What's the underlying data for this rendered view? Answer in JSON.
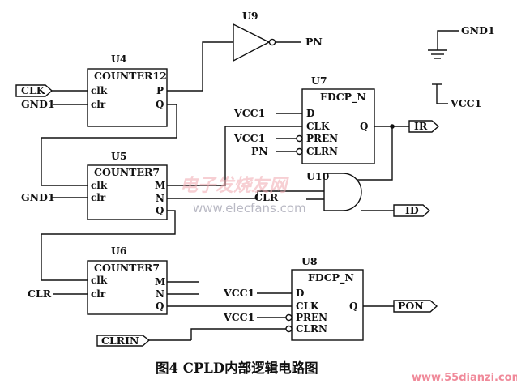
{
  "caption": "图4   CPLD内部逻辑电路图",
  "components": {
    "u4": {
      "ref": "U4",
      "type": "COUNTER12",
      "pins_left": [
        "clk",
        "clr"
      ],
      "pins_right": [
        "P",
        "Q"
      ]
    },
    "u5": {
      "ref": "U5",
      "type": "COUNTER7",
      "pins_left": [
        "clk",
        "clr"
      ],
      "pins_right": [
        "M",
        "N",
        "Q"
      ]
    },
    "u6": {
      "ref": "U6",
      "type": "COUNTER7",
      "pins_left": [
        "clk",
        "clr"
      ],
      "pins_right": [
        "M",
        "N",
        "Q"
      ]
    },
    "u7": {
      "ref": "U7",
      "type": "FDCP_N",
      "pins_left": [
        "D",
        "CLK",
        "PREN",
        "CLRN"
      ],
      "pins_right": [
        "Q"
      ]
    },
    "u8": {
      "ref": "U8",
      "type": "FDCP_N",
      "pins_left": [
        "D",
        "CLK",
        "PREN",
        "CLRN"
      ],
      "pins_right": [
        "Q"
      ]
    },
    "u9": {
      "ref": "U9"
    },
    "u10": {
      "ref": "U10"
    }
  },
  "nets": {
    "clk_in": "CLK",
    "gnd_u4": "GND1",
    "gnd_u5": "GND1",
    "clr_u6": "CLR",
    "pn_out": "PN",
    "vcc_u7_d": "VCC1",
    "vcc_u7_pren": "VCC1",
    "pn_u7_clrn": "PN",
    "ir_out": "IR",
    "clr_u10": "CLR",
    "id_out": "ID",
    "vcc_u8_d": "VCC1",
    "vcc_u8_pren": "VCC1",
    "pon_out": "PON",
    "clrin_in": "CLRIN",
    "gnd_symbol": "GND1",
    "vcc_symbol": "VCC1"
  },
  "watermark": {
    "text_cn": "电子发烧友网",
    "url": "www.elecfans.com"
  },
  "site_watermark": "www.55dianzi.com"
}
